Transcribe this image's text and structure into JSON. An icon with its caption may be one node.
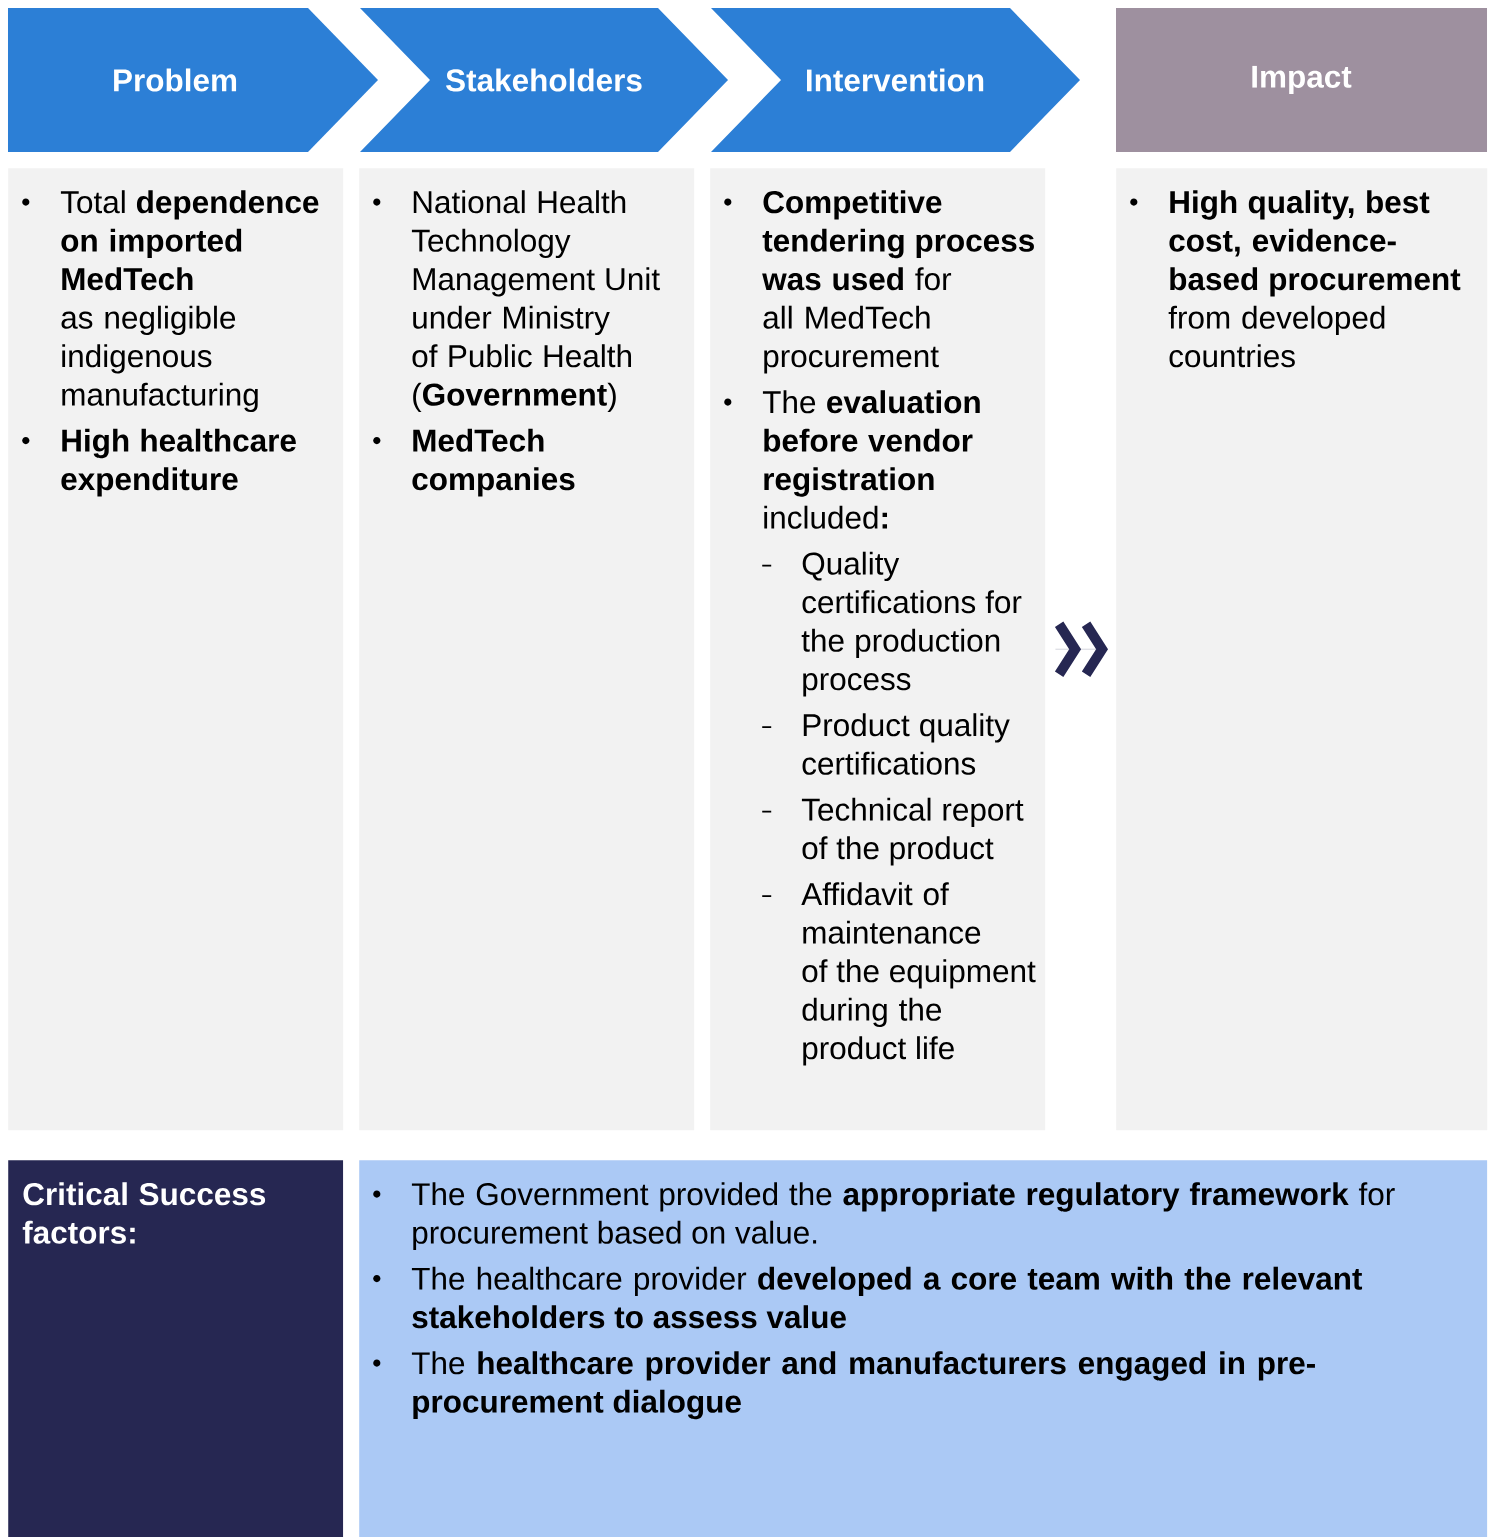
{
  "diagram": {
    "nodes": [
      {
        "text": [
          "Problem"
        ]
      },
      {
        "text": [
          "Stakeholders"
        ]
      },
      {
        "text": [
          "Intervention"
        ]
      },
      {
        "text": [
          "Impact"
        ]
      },
      {
        "text": [
          "Total **dependence on imported MedTech** as negligible indigenous manufacturing",
          "High healthcare expenditure"
        ]
      },
      {
        "text": [
          "National Health Technology Management Unit under Ministry of Public Health (**Government**)",
          "MedTech companies"
        ]
      },
      {
        "text": [
          "**Competitive tendering process was used** for all MedTech procurement",
          "The **evaluation before vendor registration** included**:**",
          "Quality certifications for the production process",
          "Product quality certifications",
          "Technical report of the product",
          "Affidavit of maintenance of the equipment during the product life"
        ]
      },
      {
        "text": [
          "**High quality, best cost, evidence-based procurement** from developed countries"
        ]
      },
      {
        "text": [
          "Critical Success factors:"
        ]
      },
      {
        "text": [
          "The Government provided the **appropriate regulatory framework** for procurement based on value.",
          "The healthcare provider **developed a core team with the relevant stakeholders to assess value**",
          "The **healthcare provider and manufacturers engaged in pre-procurement dialogue**"
        ]
      }
    ],
    "edges": [
      {
        "from": 6,
        "to": 7,
        "arrow": "to"
      }
    ]
  }
}
